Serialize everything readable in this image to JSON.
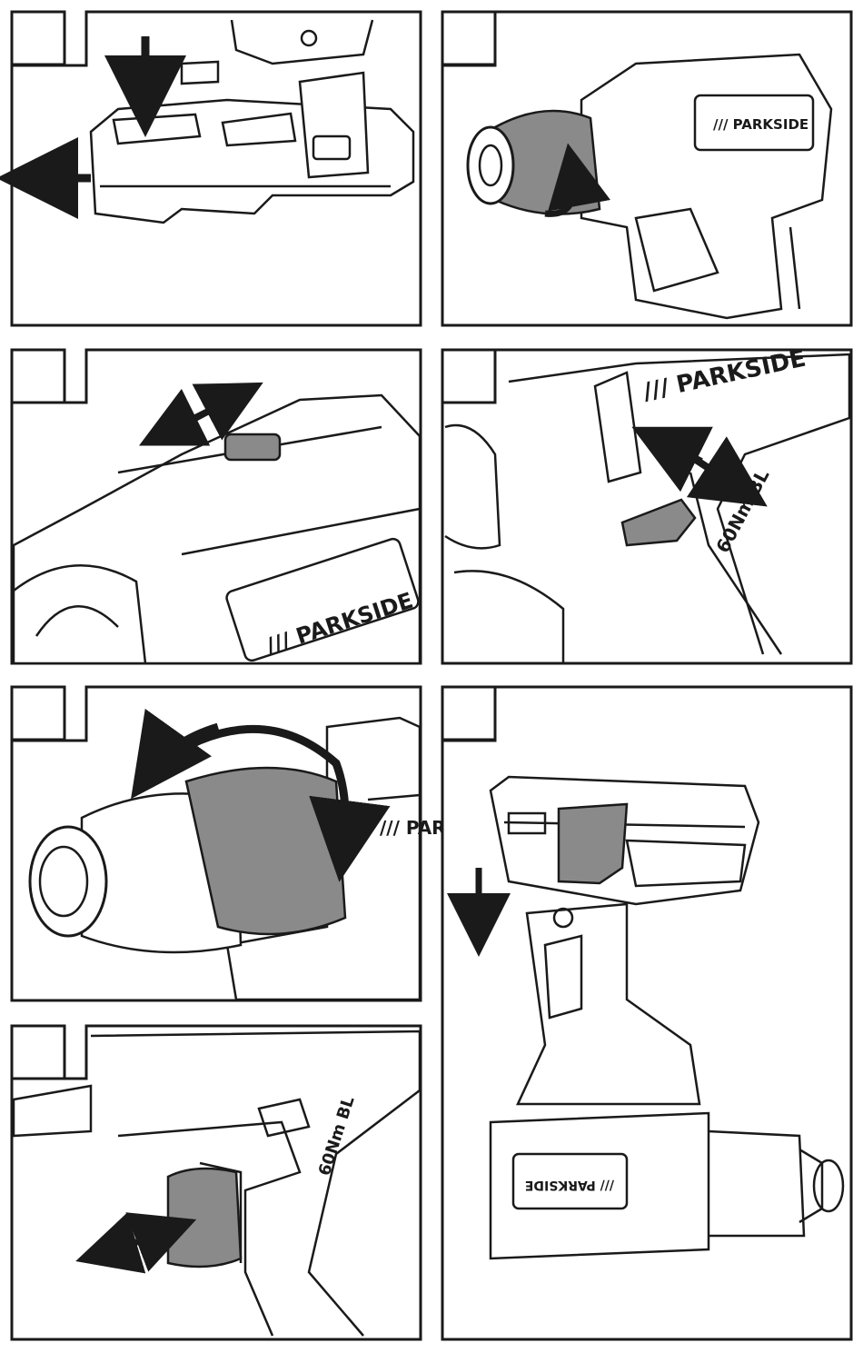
{
  "brand": "/// PARKSIDE",
  "torque_label": "60Nm BL",
  "panels": [
    {
      "id": "battery-release",
      "caption": ""
    },
    {
      "id": "chuck-tighten",
      "caption": ""
    },
    {
      "id": "gear-selector",
      "caption": ""
    },
    {
      "id": "direction-switch",
      "caption": ""
    },
    {
      "id": "torque-ring",
      "caption": ""
    },
    {
      "id": "trigger",
      "caption": ""
    },
    {
      "id": "battery-insert",
      "caption": ""
    }
  ],
  "colors": {
    "line": "#1a1a1a",
    "highlight": "#8a8a8a",
    "fill": "#ffffff"
  }
}
